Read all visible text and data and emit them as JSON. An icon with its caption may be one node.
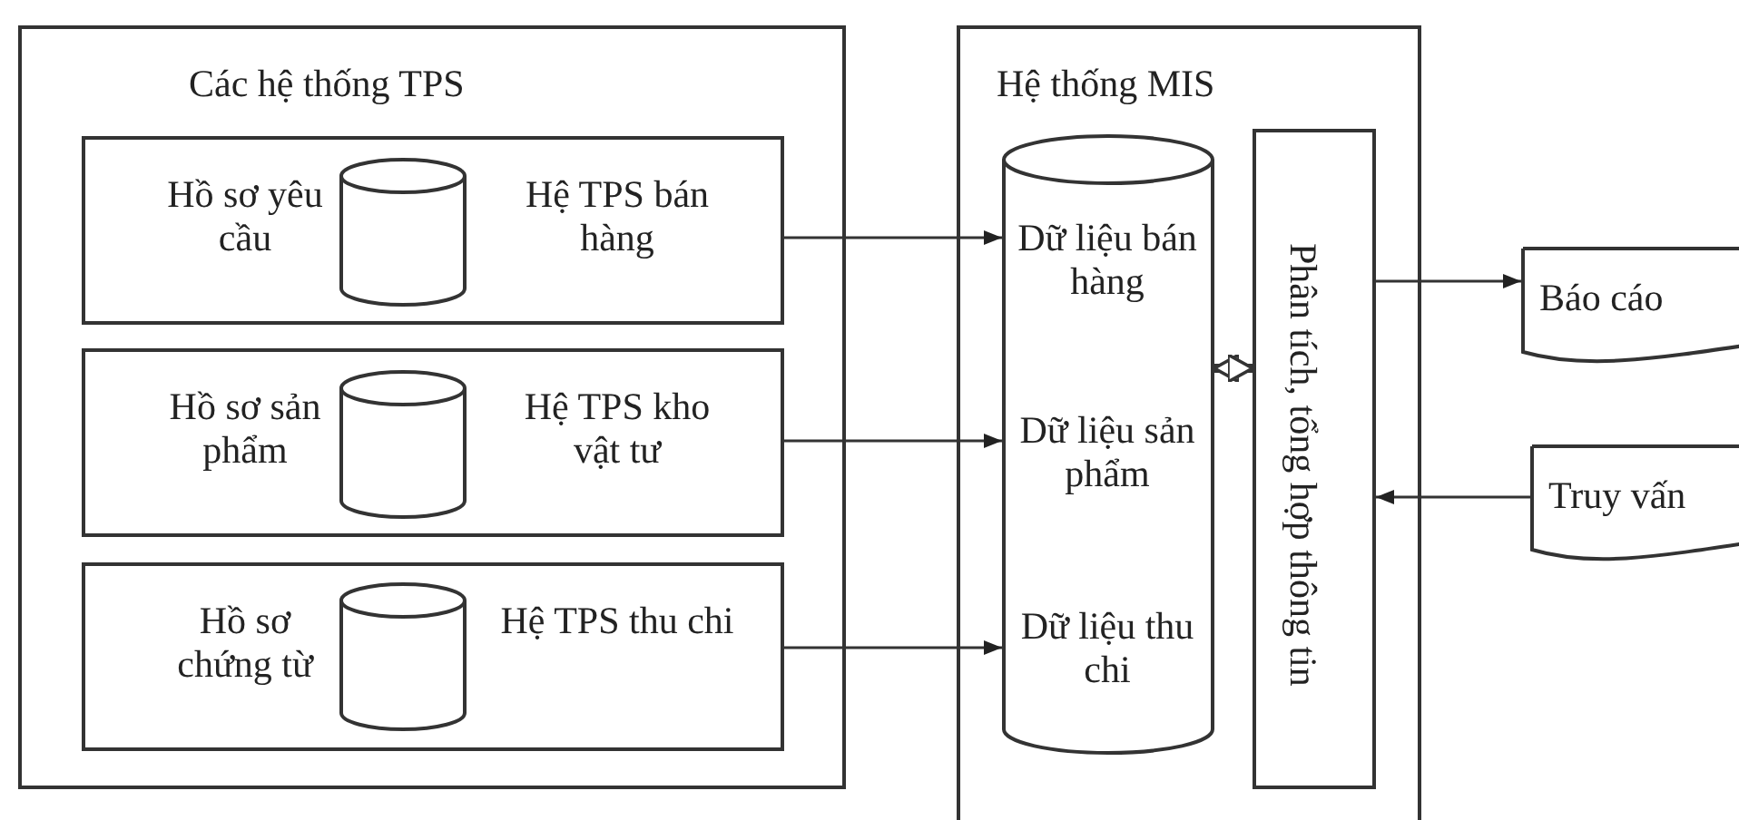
{
  "diagram": {
    "nodes": [
      {
        "text": [
          "Các hệ thống TPS"
        ]
      },
      {
        "text": [
          "Hồ sơ yêu cầu",
          "Hệ TPS bán hàng"
        ],
        "in": 0
      },
      {
        "text": [],
        "shape": "cylinder",
        "in": 1
      },
      {
        "text": [
          "Hồ sơ sản phẩm",
          "Hệ TPS kho vật tư"
        ],
        "in": 0
      },
      {
        "text": [],
        "shape": "cylinder",
        "in": 3
      },
      {
        "text": [
          "Hồ sơ chứng từ",
          "Hệ TPS thu chi"
        ],
        "in": 0
      },
      {
        "text": [],
        "shape": "cylinder",
        "in": 5
      },
      {
        "text": [
          "Hệ thống MIS"
        ]
      },
      {
        "text": [
          "Dữ liệu bán hàng",
          "Dữ liệu sản phẩm",
          "Dữ liệu thu chi"
        ],
        "in": 7
      },
      {
        "text": [
          "Phân tích, tổng hợp thông tin"
        ],
        "in": 7
      },
      {
        "text": [
          "Báo cáo"
        ]
      },
      {
        "text": [
          "Truy vấn"
        ]
      }
    ],
    "edges": [
      {
        "from": 1,
        "to": 8,
        "arrow": "to"
      },
      {
        "from": 3,
        "to": 8,
        "arrow": "to"
      },
      {
        "from": 5,
        "to": 8,
        "arrow": "to"
      },
      {
        "from": 8,
        "to": 9,
        "arrow": "both",
        "style": "thick"
      },
      {
        "from": 9,
        "to": 10,
        "arrow": "to"
      },
      {
        "from": 11,
        "to": 9,
        "arrow": "to"
      }
    ]
  }
}
